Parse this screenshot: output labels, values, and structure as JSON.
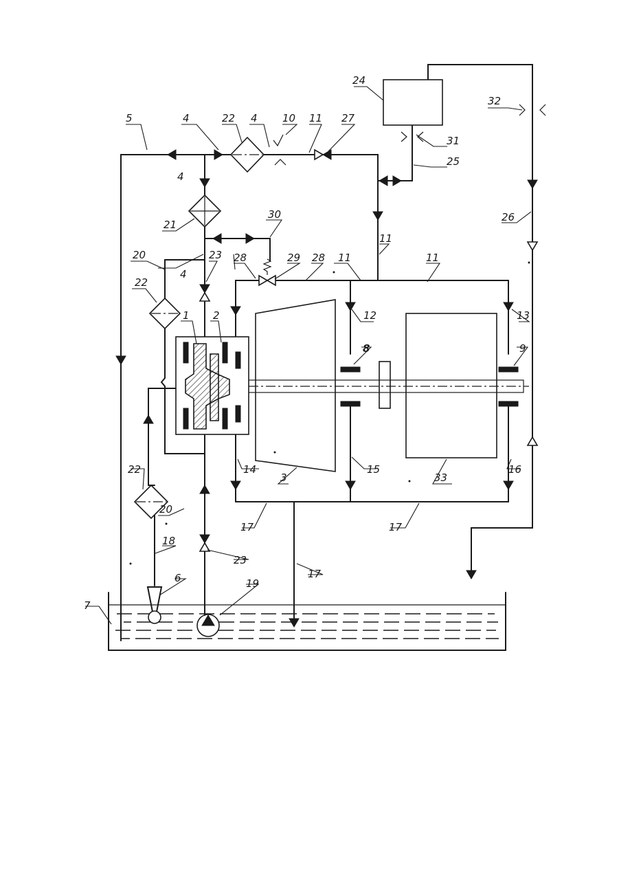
{
  "labels": {
    "l1": "1",
    "l2": "2",
    "l3": "3",
    "l4a": "4",
    "l4b": "4",
    "l4c": "4",
    "l4d": "4",
    "l5": "5",
    "l6": "6",
    "l7": "7",
    "l8": "8",
    "l9": "9",
    "l10": "10",
    "l11a": "11",
    "l11b": "11",
    "l11c": "11",
    "l11d": "11",
    "l12": "12",
    "l13": "13",
    "l14": "14",
    "l15": "15",
    "l16": "16",
    "l17a": "17",
    "l17b": "17",
    "l17c": "17",
    "l18": "18",
    "l19": "19",
    "l20a": "20",
    "l20b": "20",
    "l21": "21",
    "l22a": "22",
    "l22b": "22",
    "l22c": "22",
    "l23a": "23",
    "l23b": "23",
    "l24": "24",
    "l25": "25",
    "l26": "26",
    "l27": "27",
    "l28a": "28",
    "l28b": "28",
    "l29": "29",
    "l30": "30",
    "l31": "31",
    "l32": "32",
    "l33": "33"
  }
}
